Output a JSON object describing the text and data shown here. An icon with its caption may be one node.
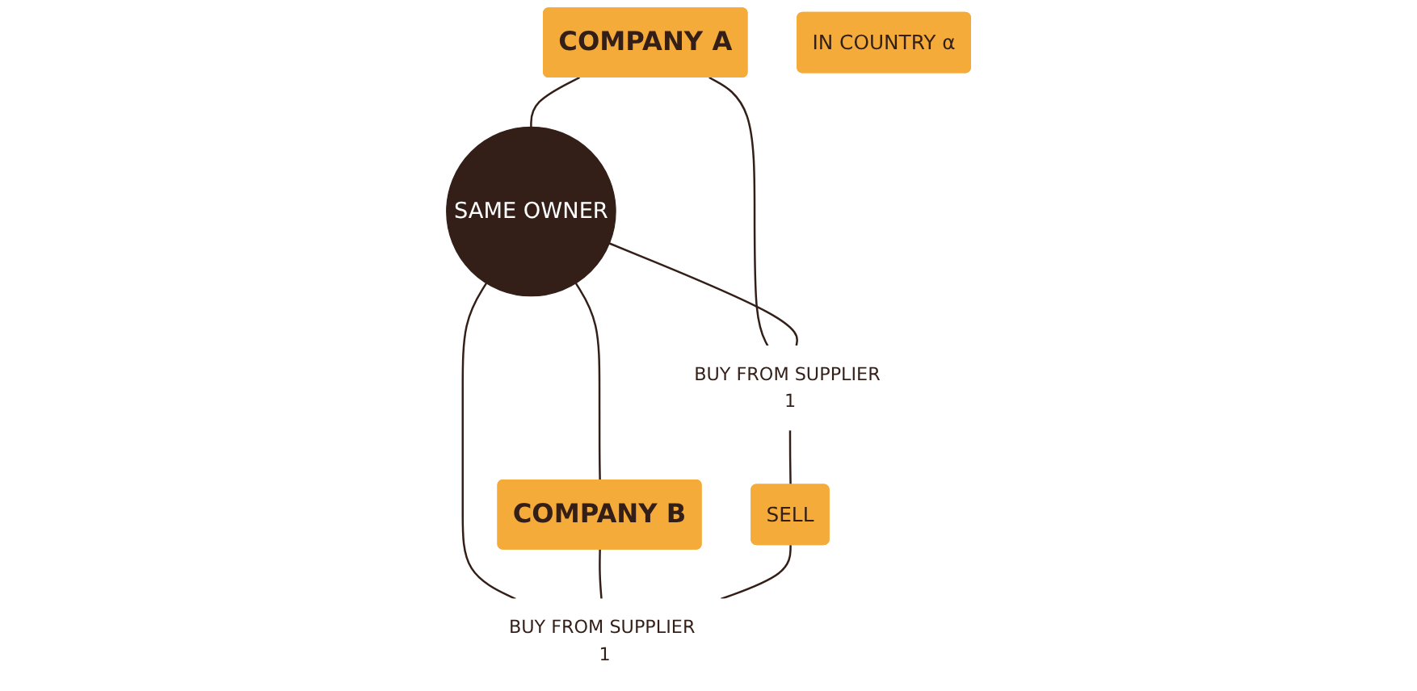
{
  "diagram": {
    "nodes": [
      {
        "text": [
          "COMPANY A"
        ]
      },
      {
        "text": [
          "SAME OWNER"
        ]
      },
      {
        "text": [
          "COMPANY B"
        ]
      },
      {
        "text": [
          "BUY FROM SUPPLIER 1"
        ]
      },
      {
        "text": [
          "SELL"
        ]
      },
      {
        "text": [
          "BUY FROM SUPPLIER 1"
        ]
      },
      {
        "text": [
          "IN COUNTRY α"
        ]
      }
    ],
    "edges": [
      {
        "from": 0,
        "to": 1,
        "arrow": "none"
      },
      {
        "from": 0,
        "to": 3,
        "arrow": "none"
      },
      {
        "from": 1,
        "to": 3,
        "arrow": "none"
      },
      {
        "from": 1,
        "to": 2,
        "arrow": "none"
      },
      {
        "from": 1,
        "to": 5,
        "arrow": "none"
      },
      {
        "from": 2,
        "to": 5,
        "arrow": "none"
      },
      {
        "from": 3,
        "to": 4,
        "arrow": "none"
      },
      {
        "from": 4,
        "to": 5,
        "arrow": "none"
      }
    ]
  }
}
